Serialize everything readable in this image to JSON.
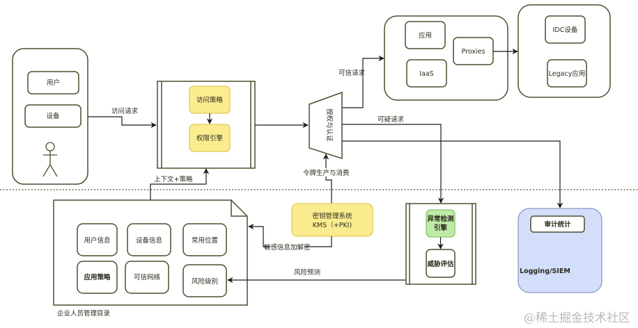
{
  "colors": {
    "stroke": "#4d4d2e",
    "line": "#1a1a1a",
    "yellow_fill": "#fbec8f",
    "yellow_stroke": "#e0c95a",
    "green_fill": "#bfe9a6",
    "green_stroke": "#86c76b",
    "blue_fill": "#d3defb",
    "blue_stroke": "#8c9bc0",
    "watermark": "#b9b9b9"
  },
  "subject": {
    "user": "用户",
    "device": "设备",
    "actor_icon": "person-icon"
  },
  "policy_engine": {
    "access_policy": "访问策略",
    "permission_engine": "权限引擎"
  },
  "gateway": {
    "label": "授权与认证"
  },
  "resources": {
    "app": "应用",
    "iaas": "IaaS",
    "proxies": "Proxies"
  },
  "legacy": {
    "idc": "IDC设备",
    "legacy_app": "Legacy应用"
  },
  "edges": {
    "access_request": "访问请求",
    "trusted_request": "可信请求",
    "suspicious_request": "可疑请求",
    "context_policy": "上下文+策略",
    "token": "令牌生产与消费",
    "encrypt_decrypt": "敏感信息加解密",
    "risk_prediction": "风险预测"
  },
  "directory": {
    "title": "企业人员管理目录",
    "items": [
      "用户信息",
      "设备信息",
      "常用位置",
      "应用策略",
      "可信网络",
      "风险级别"
    ]
  },
  "kms": {
    "line1": "密钥管理系统",
    "line2": "KMS（+PKI)"
  },
  "anomaly": {
    "engine_line1": "异常检测",
    "engine_line2": "引擎",
    "threat": "威胁评估"
  },
  "siem": {
    "audit": "审计统计",
    "label": "Logging/SIEM"
  },
  "watermark": "@稀土掘金技术社区"
}
